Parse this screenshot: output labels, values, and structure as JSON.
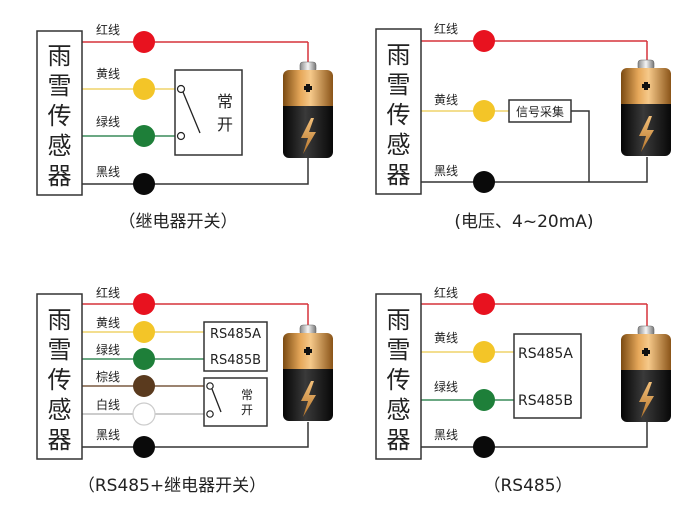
{
  "colors": {
    "red": "#e8121f",
    "yellow": "#f3c528",
    "green": "#1e7f39",
    "brown": "#5a3a1e",
    "white": "#ffffff",
    "black": "#0a0a0a",
    "red_wire": "#d6323a",
    "yellow_wire": "#efd36a",
    "green_wire": "#3a8c5a",
    "brown_wire": "#7a5a40",
    "white_wire": "#bbbbbb",
    "black_wire": "#333333"
  },
  "sensor_label": [
    "雨",
    "雪",
    "传",
    "感",
    "器"
  ],
  "wire_labels": {
    "red": "红线",
    "yellow": "黄线",
    "green": "绿线",
    "brown": "棕线",
    "white": "白线",
    "black": "黑线"
  },
  "relay_label": [
    "常",
    "开"
  ],
  "signal_box_label": "信号采集",
  "rs485a_label": "RS485A",
  "rs485b_label": "RS485B",
  "battery_plus": "+",
  "panels": [
    {
      "id": "relay",
      "caption": "（继电器开关）",
      "wires": [
        "red",
        "yellow",
        "green",
        "black"
      ]
    },
    {
      "id": "voltage-current",
      "caption": "(电压、4~20mA)",
      "wires": [
        "red",
        "yellow",
        "black"
      ]
    },
    {
      "id": "rs485-relay",
      "caption": "（RS485+继电器开关）",
      "wires": [
        "red",
        "yellow",
        "green",
        "brown",
        "white",
        "black"
      ]
    },
    {
      "id": "rs485",
      "caption": "（RS485）",
      "wires": [
        "red",
        "yellow",
        "green",
        "black"
      ]
    }
  ]
}
